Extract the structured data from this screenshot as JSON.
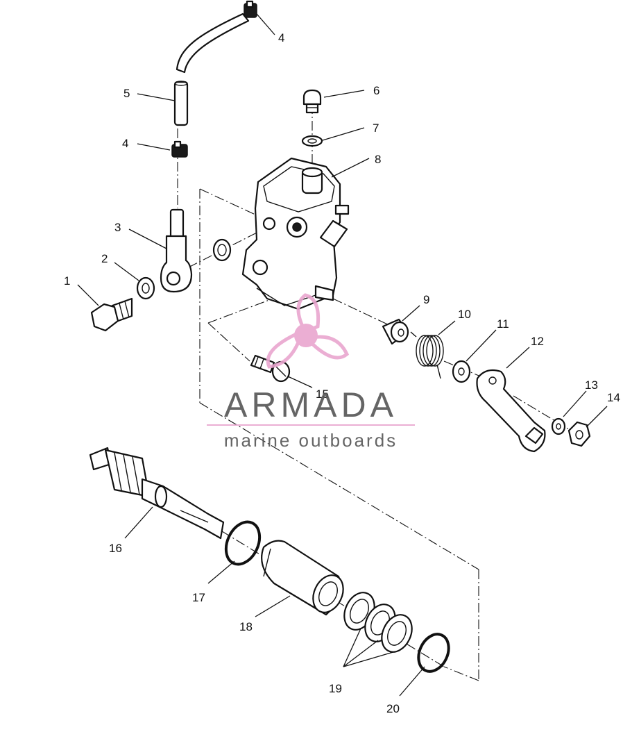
{
  "callouts": {
    "c1": "1",
    "c2": "2",
    "c3": "3",
    "c4a": "4",
    "c4b": "4",
    "c5": "5",
    "c6": "6",
    "c7": "7",
    "c8": "8",
    "c9": "9",
    "c10": "10",
    "c11": "11",
    "c12": "12",
    "c13": "13",
    "c14": "14",
    "c15": "15",
    "c16": "16",
    "c17": "17",
    "c18": "18",
    "c19": "19",
    "c20": "20"
  },
  "watermark": {
    "title": "ARMADA",
    "subtitle": "marine outboards",
    "logo_icon": "propeller-logo-icon",
    "color_text": "#555555",
    "color_accent": "#e9a6cf"
  }
}
